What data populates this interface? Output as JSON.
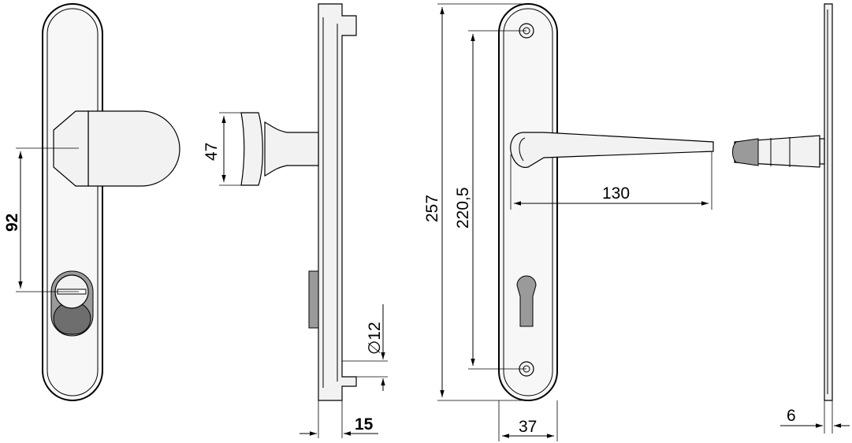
{
  "dimensions": {
    "d92": "92",
    "d47": "47",
    "d12": "∅12",
    "d15": "15",
    "d257": "257",
    "d220": "220,5",
    "d130": "130",
    "d37": "37",
    "d6": "6"
  }
}
